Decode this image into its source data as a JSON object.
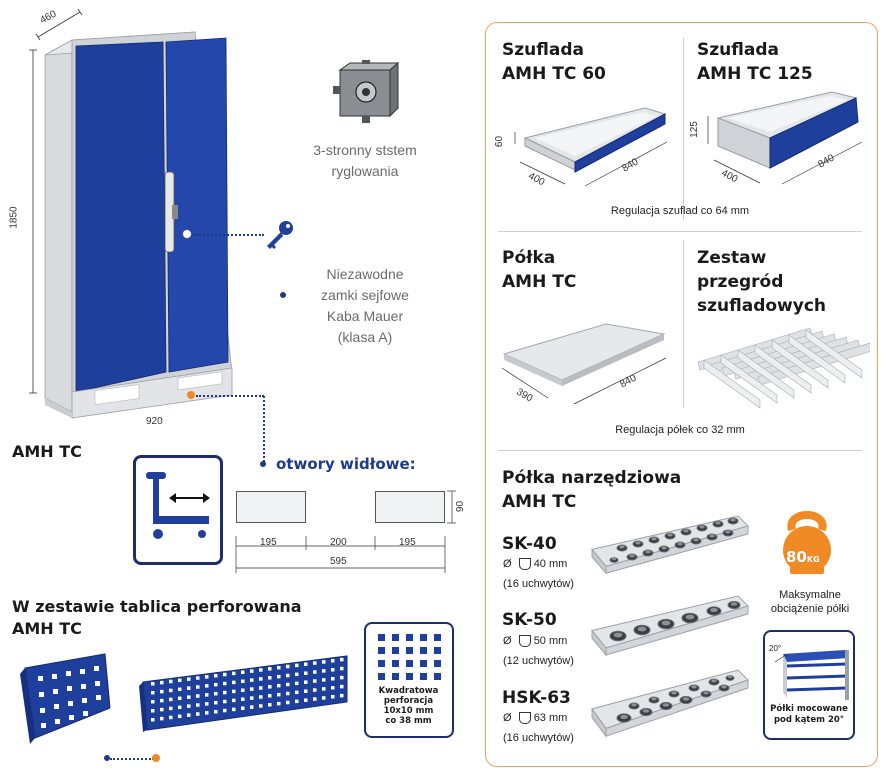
{
  "cabinet": {
    "name": "AMH TC",
    "dim_depth": "460",
    "dim_height": "1850",
    "dim_width": "920"
  },
  "features": {
    "locking": "3-stronny ststem ryglowania",
    "locks_line1": "Niezawodne",
    "locks_line2": "zamki sejfowe",
    "locks_line3": "Kaba Mauer",
    "locks_line4": "(klasa A)"
  },
  "forklift": {
    "title": "otwory widłowe:",
    "seg1": "195",
    "seg2": "200",
    "seg3": "195",
    "total": "595",
    "height": "90"
  },
  "pegboard": {
    "title_line1": "W zestawie tablica perforowana",
    "title_line2": "AMH TC",
    "note_line1": "Kwadratowa",
    "note_line2": "perforacja",
    "note_line3": "10x10 mm",
    "note_line4": "co 38 mm"
  },
  "drawer60": {
    "title_line1": "Szuflada",
    "title_line2": "AMH TC 60",
    "h": "60",
    "d": "400",
    "w": "840"
  },
  "drawer125": {
    "title_line1": "Szuflada",
    "title_line2": "AMH TC 125",
    "h": "125",
    "d": "400",
    "w": "840"
  },
  "drawer_note": "Regulacja szuflad co 64 mm",
  "shelf": {
    "title_line1": "Półka",
    "title_line2": "AMH TC",
    "d": "390",
    "w": "840"
  },
  "dividers": {
    "title_line1": "Zestaw",
    "title_line2": "przegród",
    "title_line3": "szufladowych"
  },
  "shelf_note": "Regulacja półek co 32 mm",
  "tool_shelf": {
    "title_line1": "Półka narzędziowa",
    "title_line2": "AMH TC",
    "items": [
      {
        "name": "SK-40",
        "size": "40 mm",
        "count": "(16 uchwytów)"
      },
      {
        "name": "SK-50",
        "size": "50 mm",
        "count": "(12 uchwytów)"
      },
      {
        "name": "HSK-63",
        "size": "63 mm",
        "count": "(16 uchwytów)"
      }
    ],
    "diameter_symbol": "Ø"
  },
  "load": {
    "weight": "80",
    "unit": "KG",
    "caption_line1": "Maksymalne",
    "caption_line2": "obciążenie półki"
  },
  "angle": {
    "label": "20°",
    "caption_line1": "Półki mocowane",
    "caption_line2": "pod kątem 20°"
  },
  "colors": {
    "brand_blue": "#1e3f9c",
    "accent_orange": "#f08a24",
    "navy": "#1e3a8a"
  }
}
